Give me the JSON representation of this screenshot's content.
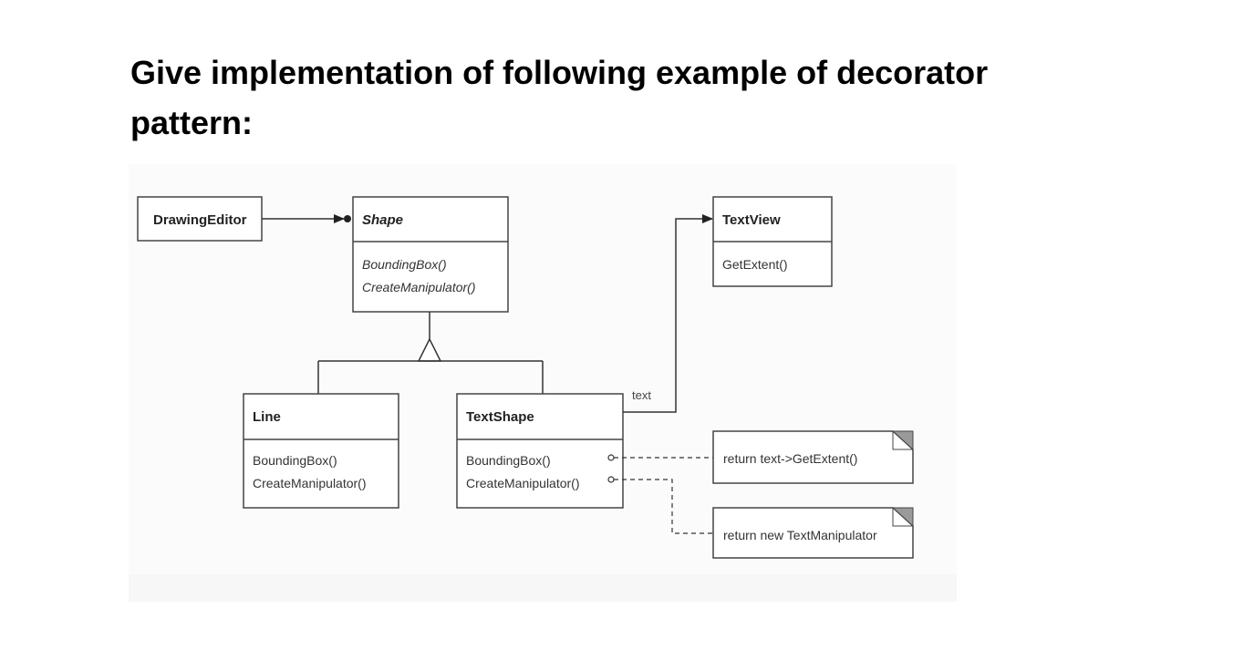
{
  "heading": {
    "line1": "Give implementation of following example of decorator",
    "line2": "pattern:"
  },
  "diagram": {
    "classes": {
      "drawing_editor": {
        "name": "DrawingEditor"
      },
      "shape": {
        "name": "Shape",
        "ops": [
          "BoundingBox()",
          "CreateManipulator()"
        ]
      },
      "textview": {
        "name": "TextView",
        "ops": [
          "GetExtent()"
        ]
      },
      "line": {
        "name": "Line",
        "ops": [
          "BoundingBox()",
          "CreateManipulator()"
        ]
      },
      "textshape": {
        "name": "TextShape",
        "ops": [
          "BoundingBox()",
          "CreateManipulator()"
        ]
      }
    },
    "association_label": "text",
    "notes": {
      "bounding_box_note": "return text->GetExtent()",
      "create_manipulator_note": "return new TextManipulator"
    }
  }
}
